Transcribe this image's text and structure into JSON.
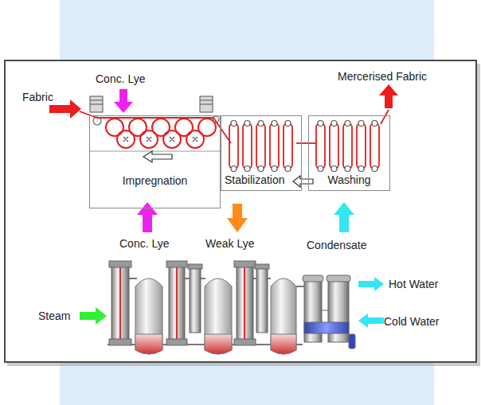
{
  "diagram": {
    "nodes": [
      {
        "text": [
          "Impregnation"
        ]
      },
      {
        "text": [
          "Stabilization"
        ]
      },
      {
        "text": [
          "Washing"
        ]
      }
    ],
    "labels": [
      "Conc. Lye",
      "Fabric",
      "Mercerised Fabric",
      "Conc. Lye",
      "Weak Lye",
      "Condensate",
      "Steam",
      "Hot Water",
      "Cold Water"
    ]
  }
}
